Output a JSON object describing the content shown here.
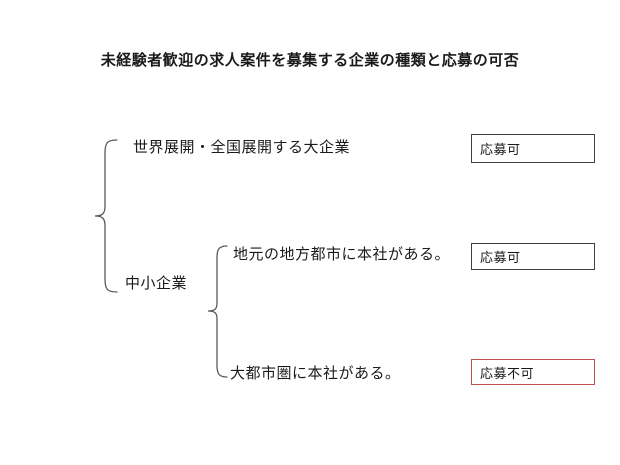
{
  "title": "未経験者歓迎の求人案件を募集する企業の種類と応募の可否",
  "colors": {
    "text": "#1a1a1a",
    "box_border": "#3f3f3f",
    "box_border_alert": "#c0504d",
    "background": "#ffffff",
    "brace_stroke": "#595959"
  },
  "tree": {
    "branches": [
      {
        "label": "世界展開・全国展開する大企業",
        "status": "応募可"
      },
      {
        "label": "中小企業",
        "children": [
          {
            "label": "地元の地方都市に本社がある。",
            "status": "応募可"
          },
          {
            "label": "大都市圏に本社がある。",
            "status": "応募不可"
          }
        ]
      }
    ]
  }
}
